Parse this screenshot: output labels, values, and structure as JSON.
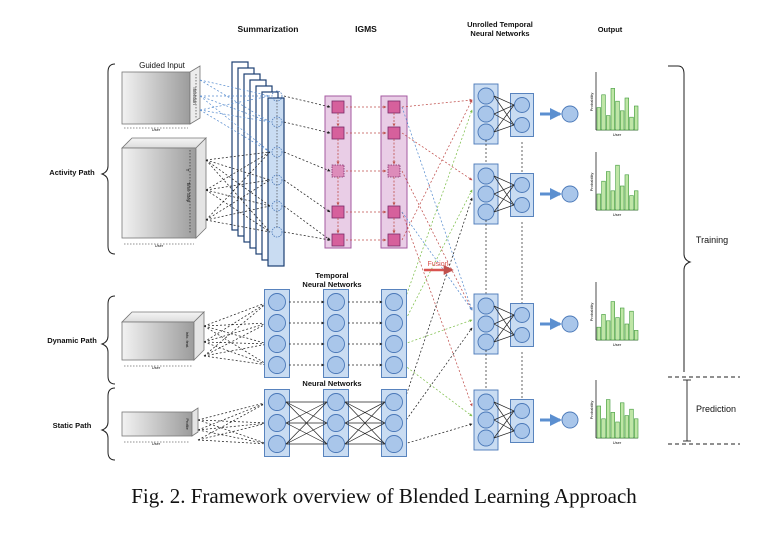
{
  "headers": {
    "summarization": "Summarization",
    "igms": "IGMS",
    "unrolled_line1": "Unrolled Temporal",
    "unrolled_line2": "Neural Networks",
    "output": "Output"
  },
  "paths": {
    "activity": "Activity Path",
    "dynamic": "Dynamic Path",
    "static": "Static Path"
  },
  "guided_input": "Guided Input",
  "cube_labels": {
    "intention": "Intention",
    "user": "User",
    "time_step": "Time Step",
    "t": "T",
    "dynamic_feat": "Info. feat.",
    "static_feat": "Profile"
  },
  "temporal_nn_line1": "Temporal",
  "temporal_nn_line2": "Neural Networks",
  "neural_networks": "Neural Networks",
  "fusion": "Fusion",
  "output_axes": {
    "y": "Probability",
    "x": "User"
  },
  "phases": {
    "training": "Training",
    "prediction": "Prediction"
  },
  "caption": "Fig. 2.   Framework overview of Blended Learning Approach",
  "colors": {
    "node_fill": "#a9c6ea",
    "node_stroke": "#4a78b8",
    "layer_fill": "#c9dcf2",
    "igms_fill": "#e9cde6",
    "igms_stroke": "#a45aa0",
    "igms_node": "#d6609c",
    "bar_fill": "#bfe6a6",
    "bar_stroke": "#3f9a3a",
    "fusion": "#d9534f",
    "blue_dash": "#5b8fd0",
    "red_dash": "#c0504d",
    "green_dash": "#7fbf4d"
  }
}
